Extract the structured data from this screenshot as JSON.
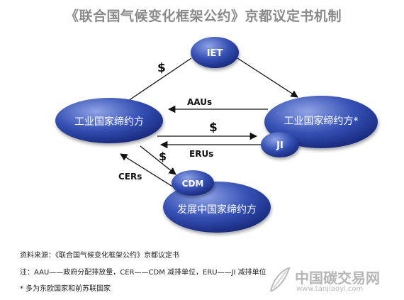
{
  "title": "《联合国气候变化框架公约》京都议定书机制",
  "nodes": {
    "iet": "IET",
    "industrial_left": "工业国家缔约方",
    "industrial_right": "工业国家缔约方*",
    "ji": "JI",
    "cdm": "CDM",
    "developing": "发展中国家缔约方"
  },
  "edge_labels": {
    "dollar_iet": "$",
    "aaus": "AAUs",
    "dollar_ji": "$",
    "erus": "ERUs",
    "dollar_cdm": "$",
    "cers": "CERs"
  },
  "notes": {
    "source": "资料来源：《联合国气候变化框架公约》京都议定书",
    "abbrev": "注：AAU——政府分配排放量，CER——CDM 减排单位，ERU——JI 减排单位",
    "footnote": "* 多为东欧国家和前苏联国家"
  },
  "watermark": {
    "name": "中国碳交易网",
    "url": "www.tanjiaoyi.com"
  },
  "colors": {
    "node_dark": "#1a2f8a",
    "node_light": "#6f86d6",
    "arrow": "#111111",
    "title": "#8a8a8a"
  }
}
